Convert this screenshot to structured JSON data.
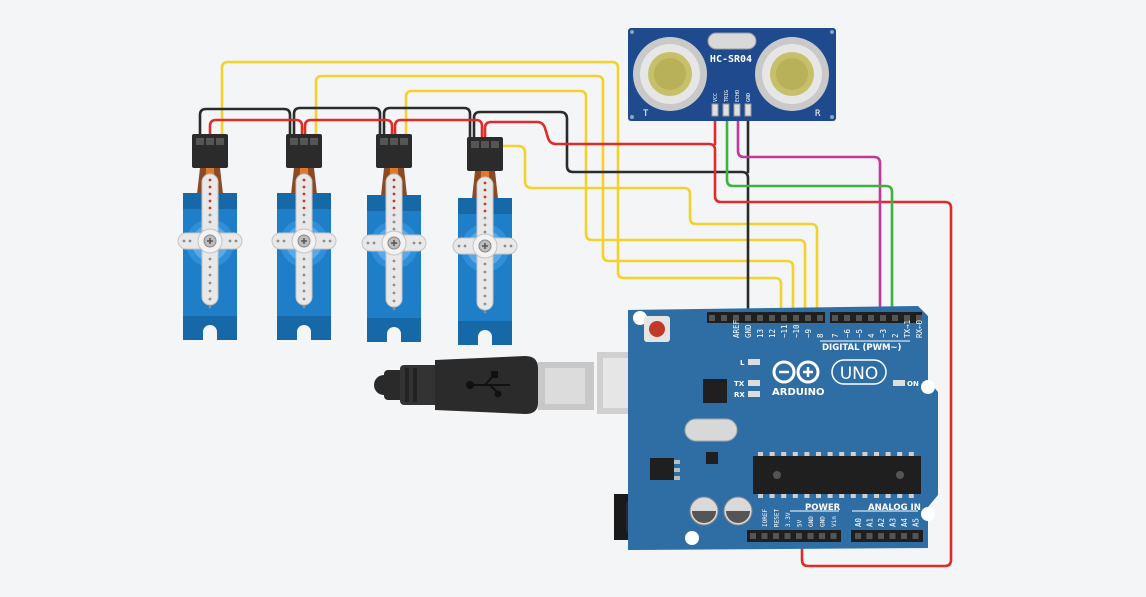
{
  "sensor": {
    "model": "HC-SR04",
    "pins": [
      "VCC",
      "TRIG",
      "ECHO",
      "GND"
    ],
    "trig_mark": "T",
    "recv_mark": "R"
  },
  "board": {
    "brand": "ARDUINO",
    "model": "UNO",
    "digital_title": "DIGITAL (PWM~)",
    "header_pins": [
      "AREF",
      "GND",
      "13",
      "12",
      "~11",
      "~10",
      "~9",
      "8",
      "7",
      "~6",
      "~5",
      "4",
      "~3",
      "2",
      "TX→1",
      "RX←0"
    ],
    "led_l": "L",
    "led_tx": "TX",
    "led_rx": "RX",
    "on_label": "ON",
    "power_title": "POWER",
    "power_pins": [
      "IOREF",
      "RESET",
      "3.3V",
      "5V",
      "GND",
      "GND",
      "Vin"
    ],
    "analog_title": "ANALOG IN",
    "analog_pins": [
      "A0",
      "A1",
      "A2",
      "A3",
      "A4",
      "A5"
    ]
  },
  "colors": {
    "signal_wire": "#f2d22b",
    "ground_wire": "#2b2b2b",
    "power_wire": "#e02b2b",
    "trig_wire": "#c0399a",
    "echo_wire": "#3cb33c",
    "board_blue": "#2e6ea5",
    "servo_blue": "#1e7fc8",
    "sensor_blue": "#1f4b8e"
  }
}
